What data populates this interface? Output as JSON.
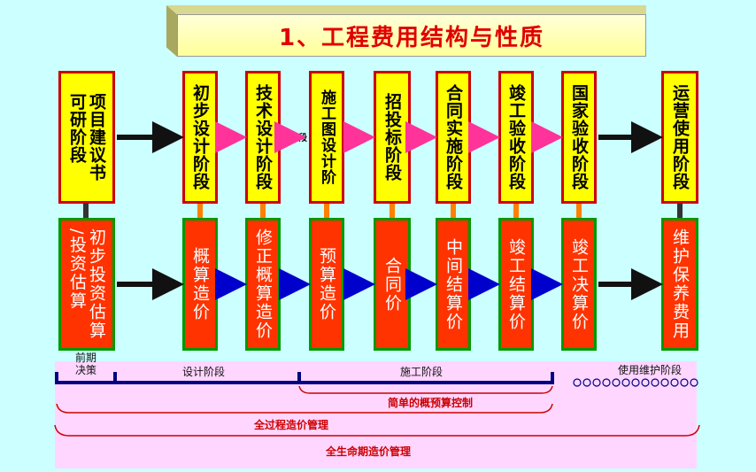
{
  "title": "1、工程费用结构与性质",
  "stages": [
    {
      "id": "s1",
      "lines": [
        "项目建议书",
        "可研阶段"
      ]
    },
    {
      "id": "s2",
      "lines": [
        "初步设计阶段"
      ]
    },
    {
      "id": "s3",
      "lines": [
        "技术设计阶段"
      ]
    },
    {
      "id": "s4",
      "lines": [
        "施工图设计阶",
        "段"
      ]
    },
    {
      "id": "s5",
      "lines": [
        "招投标阶段"
      ]
    },
    {
      "id": "s6",
      "lines": [
        "合同实施阶段"
      ]
    },
    {
      "id": "s7",
      "lines": [
        "竣工验收阶段"
      ]
    },
    {
      "id": "s8",
      "lines": [
        "国家验收阶段"
      ]
    },
    {
      "id": "s9",
      "lines": [
        "运营使用阶段"
      ]
    }
  ],
  "costs": [
    {
      "id": "c1",
      "lines": [
        "初步投资估算",
        "/投资估算"
      ]
    },
    {
      "id": "c2",
      "lines": [
        "概算造价"
      ]
    },
    {
      "id": "c3",
      "lines": [
        "修正概算造价"
      ]
    },
    {
      "id": "c4",
      "lines": [
        "预算造价"
      ]
    },
    {
      "id": "c5",
      "lines": [
        "合同价"
      ]
    },
    {
      "id": "c6",
      "lines": [
        "中间结算价"
      ]
    },
    {
      "id": "c7",
      "lines": [
        "竣工结算价"
      ]
    },
    {
      "id": "c8",
      "lines": [
        "竣工决算价"
      ]
    },
    {
      "id": "c9",
      "lines": [
        "维护保养费用"
      ]
    }
  ],
  "phases": {
    "early": "前期决策",
    "design": "设计阶段",
    "construction": "施工阶段",
    "operation": "使用维护阶段"
  },
  "ranges": {
    "simple": "简单的概预算控制",
    "whole_process": "全过程造价管理",
    "life_cycle": "全生命期造价管理"
  },
  "colors": {
    "stage_fill": "#ffff00",
    "stage_border": "#cc0000",
    "cost_fill": "#ff3300",
    "cost_border": "#009900",
    "range_red": "#cc0000",
    "timeline_navy": "#000080"
  }
}
